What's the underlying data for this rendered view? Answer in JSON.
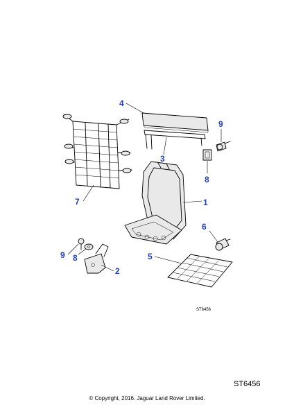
{
  "colors": {
    "callout": "#1f3fbf",
    "line": "#000000",
    "part_fill": "#e9e9e9"
  },
  "callouts": [
    {
      "id": "c4",
      "label": "4"
    },
    {
      "id": "c9a",
      "label": "9"
    },
    {
      "id": "c3",
      "label": "3"
    },
    {
      "id": "c8a",
      "label": "8"
    },
    {
      "id": "c7",
      "label": "7"
    },
    {
      "id": "c1",
      "label": "1"
    },
    {
      "id": "c6",
      "label": "6"
    },
    {
      "id": "c9b",
      "label": "9"
    },
    {
      "id": "c8b",
      "label": "8"
    },
    {
      "id": "c5",
      "label": "5"
    },
    {
      "id": "c2",
      "label": "2"
    }
  ],
  "drawing_ref_small": "ST6456",
  "drawing_ref": "ST6456",
  "copyright": "© Copyright, 2016. Jaguar Land Rover Limited."
}
